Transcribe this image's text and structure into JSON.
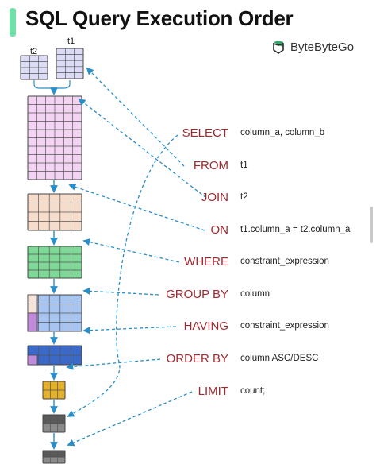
{
  "header": {
    "title": "SQL Query Execution Order",
    "brand": "ByteByteGo",
    "accent_color": "#6ee0a8",
    "brand_icon": "bytebytego-logo-icon"
  },
  "tables": {
    "t2_label": "t2",
    "t1_label": "t1"
  },
  "clauses": [
    {
      "keyword": "SELECT",
      "value": "column_a, column_b"
    },
    {
      "keyword": "FROM",
      "value": "t1"
    },
    {
      "keyword": "JOIN",
      "value": "t2"
    },
    {
      "keyword": "ON",
      "value": "t1.column_a = t2.column_a"
    },
    {
      "keyword": "WHERE",
      "value": "constraint_expression"
    },
    {
      "keyword": "GROUP BY",
      "value": "column"
    },
    {
      "keyword": "HAVING",
      "value": "constraint_expression"
    },
    {
      "keyword": "ORDER BY",
      "value": "column ASC/DESC"
    },
    {
      "keyword": "LIMIT",
      "value": "count;"
    }
  ],
  "colors": {
    "keyword": "#a2282f",
    "arrow": "#2a8fc9",
    "source_tables": "#dcdcf6",
    "joined": "#f2d3f2",
    "filtered_on": "#f6dccb",
    "where": "#7fd897",
    "group_by": "#a8c4f0",
    "having": "#3a69c7",
    "order_by": "#e3b12c",
    "limit": "#8a8a8a"
  }
}
